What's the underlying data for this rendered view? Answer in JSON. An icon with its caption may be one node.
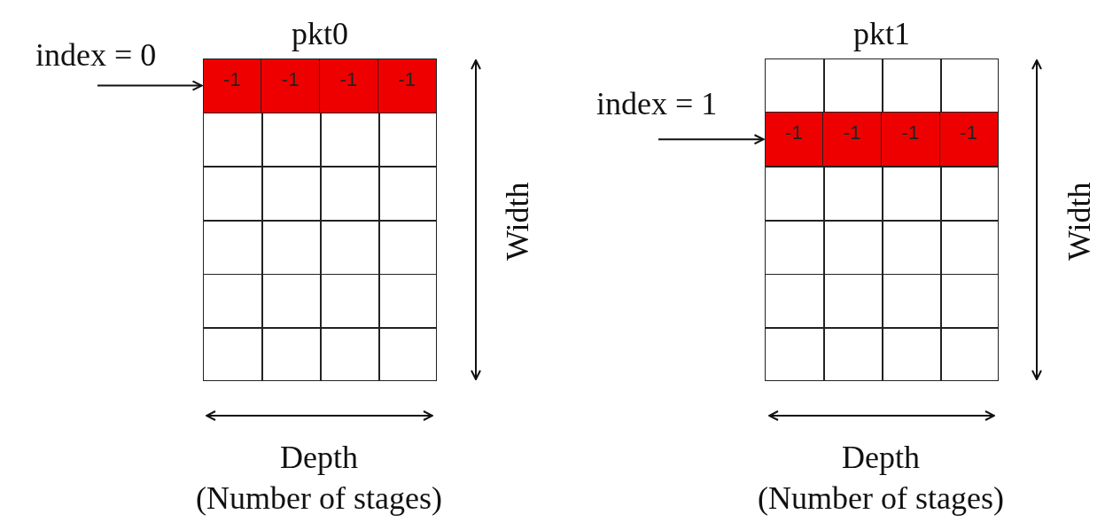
{
  "diagram": {
    "nodes": [
      {
        "text": [
          "index = 0"
        ]
      },
      {
        "text": [
          "pkt0"
        ]
      },
      {
        "text": [
          "-1",
          "-1",
          "-1",
          "-1"
        ],
        "in": 1
      },
      {
        "text": [
          "index = 1"
        ]
      },
      {
        "text": [
          "pkt1"
        ]
      },
      {
        "text": [
          "-1",
          "-1",
          "-1",
          "-1"
        ],
        "in": 4
      }
    ],
    "edges": [
      {
        "from": 0,
        "to": 2,
        "arrow": "to"
      },
      {
        "from": 3,
        "to": 5,
        "arrow": "to"
      }
    ],
    "labels": [
      "Width",
      "Depth (Number of stages)",
      "Width",
      "Depth (Number of stages)"
    ]
  }
}
